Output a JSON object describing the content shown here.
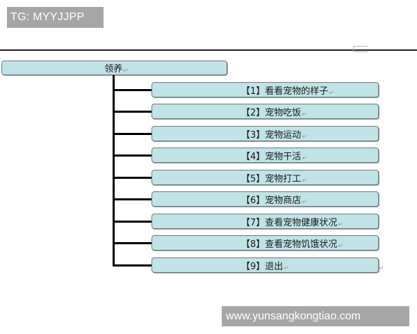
{
  "watermarks": {
    "top": "TG: MYYJJPP",
    "bottom": "www.yunsangkongtiao.com"
  },
  "diagram": {
    "root": {
      "label": "领养",
      "para_mark": "↵"
    },
    "items": [
      {
        "label": "【1】看看宠物的样子",
        "para_mark": "↵"
      },
      {
        "label": "【2】宠物吃饭",
        "para_mark": "↵"
      },
      {
        "label": "【3】宠物运动",
        "para_mark": "↵"
      },
      {
        "label": "【4】宠物干活",
        "para_mark": "↵"
      },
      {
        "label": "【5】宠物打工",
        "para_mark": "↵"
      },
      {
        "label": "【6】宠物商店",
        "para_mark": "↵"
      },
      {
        "label": "【7】查看宠物健康状况",
        "para_mark": "↵"
      },
      {
        "label": "【8】查看宠物饥饿状况",
        "para_mark": "↵"
      },
      {
        "label": "【9】退出",
        "para_mark": "↵"
      }
    ],
    "trailing_mark": "↵"
  },
  "colors": {
    "box_fill": "#bfe3e6",
    "box_border": "#707a7c",
    "connector": "#000000",
    "watermark_bg": "#a6a6a6"
  }
}
